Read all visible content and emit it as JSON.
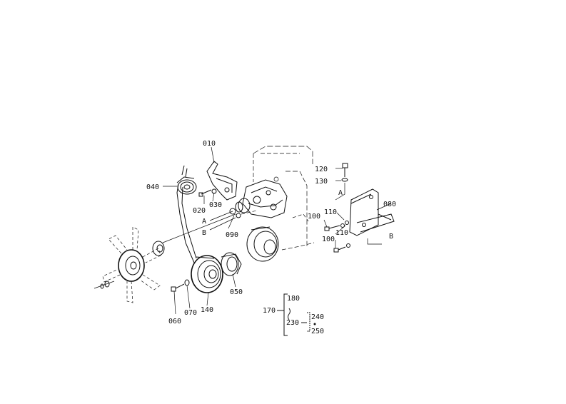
{
  "parts": {
    "p010": "010",
    "p020": "020",
    "p030": "030",
    "p040": "040",
    "p050": "050",
    "p060": "060",
    "p070": "070",
    "p080": "080",
    "p090": "090",
    "p100a": "100",
    "p100b": "100",
    "p110a": "110",
    "p110b": "110",
    "p120": "120",
    "p130": "130",
    "p140": "140",
    "p170": "170",
    "p180": "180",
    "p230": "230",
    "p240": "240",
    "p250": "250"
  },
  "refs": {
    "a_left": "A",
    "b_left": "B",
    "a_right": "A",
    "b_right": "B"
  }
}
